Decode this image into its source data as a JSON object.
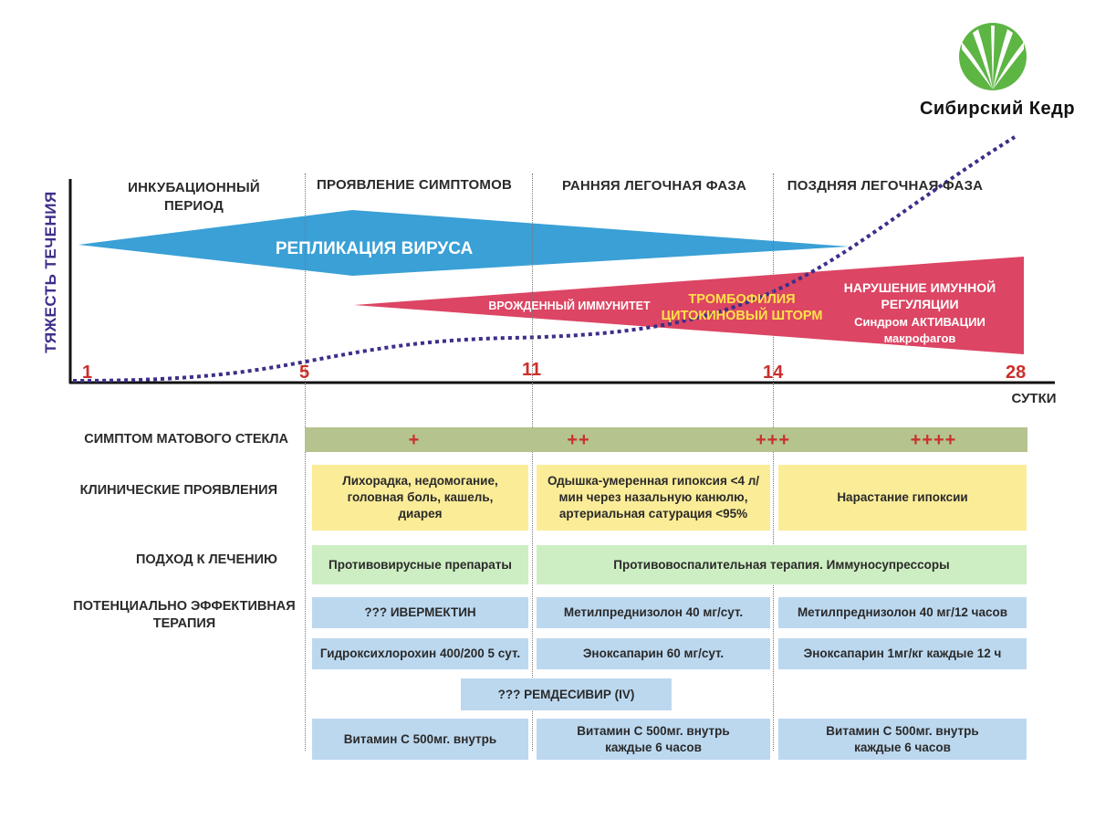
{
  "brand": {
    "name": "Сибирский Кедр",
    "icon": "cedar-logo-icon",
    "color": "#5db544"
  },
  "axis": {
    "y_label": "ТЯЖЕСТЬ ТЕЧЕНИЯ",
    "x_unit": "СУТКИ"
  },
  "days": [
    "1",
    "5",
    "11",
    "14",
    "28"
  ],
  "phases": {
    "incubation": "ИНКУБАЦИОННЫЙ ПЕРИОД",
    "symptoms": "ПРОЯВЛЕНИЕ СИМПТОМОВ",
    "early_lung": "РАННЯЯ ЛЕГОЧНАЯ ФАЗА",
    "late_lung": "ПОЗДНЯЯ ЛЕГОЧНАЯ ФАЗА"
  },
  "bands": {
    "virus": "РЕПЛИКАЦИЯ ВИРУСА",
    "innate": "ВРОЖДЕННЫЙ ИММУНИТЕТ",
    "thrombophilia": "ТРОМБОФИЛИЯ",
    "cytokine": "ЦИТОКИНОВЫЙ ШТОРМ",
    "immune_line1": "НАРУШЕНИЕ ИМУННОЙ",
    "immune_line2": "РЕГУЛЯЦИИ",
    "macro_line1": "Синдром АКТИВАЦИИ",
    "macro_line2": "макрофагов"
  },
  "colors": {
    "virus": "#3aa0d6",
    "immune": "#dc4563",
    "severity_curve": "#3b2f8a",
    "accent_red": "#c9302c",
    "highlight_yellow": "#ffe14a"
  },
  "rows": {
    "ground_glass": {
      "label": "СИМПТОМ МАТОВОГО СТЕКЛА",
      "marks": [
        "+",
        "++",
        "+++",
        "++++"
      ]
    },
    "clinical": {
      "label": "КЛИНИЧЕСКИЕ ПРОЯВЛЕНИЯ",
      "cells": [
        "Лихорадка, недомогание, головная боль, кашель, диарея",
        "Одышка-умеренная гипоксия <4 л/мин через назальную канюлю, артериальная сатурация <95%",
        "Нарастание гипоксии"
      ]
    },
    "approach": {
      "label": "ПОДХОД К ЛЕЧЕНИЮ",
      "cells": [
        "Противовирусные препараты",
        "Противовоспалительная терапия. Иммуносупрессоры"
      ]
    },
    "therapy": {
      "label": "ПОТЕНЦИАЛЬНО ЭФФЕКТИВНАЯ ТЕРАПИЯ",
      "r1": [
        "??? ИВЕРМЕКТИН",
        "Метилпреднизолон 40 мг/сут.",
        "Метилпреднизолон 40 мг/12 часов"
      ],
      "r2": [
        "Гидроксихлорохин 400/200 5 сут.",
        "Эноксапарин 60 мг/сут.",
        "Эноксапарин 1мг/кг каждые 12 ч"
      ],
      "r3": [
        "??? РЕМДЕСИВИР (IV)"
      ],
      "r4": [
        "Витамин С 500мг. внутрь",
        "Витамин С 500мг. внутрь каждые 6 часов",
        "Витамин С 500мг. внутрь каждые 6 часов"
      ]
    }
  }
}
